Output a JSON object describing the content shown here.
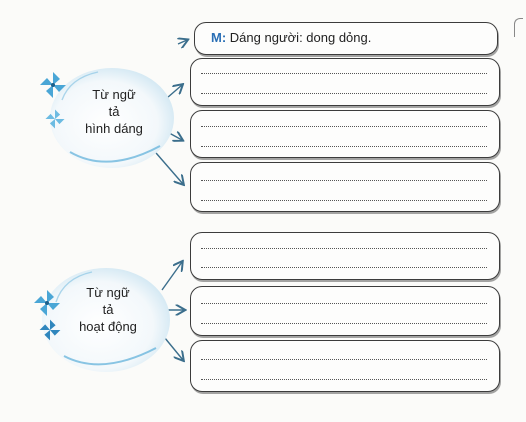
{
  "categories": [
    {
      "lines": [
        "Từ ngữ",
        "tả",
        "hình dáng"
      ],
      "icon": "pinwheel-icon"
    },
    {
      "lines": [
        "Từ ngữ",
        "tả",
        "hoạt động"
      ],
      "icon": "pinwheel-icon"
    }
  ],
  "example": {
    "prefix": "M:",
    "text": "Dáng người: dong dỏng."
  },
  "colors": {
    "accent": "#2a6fb5",
    "pinwheel": "#4aa6d6",
    "glow": "#cfe6f2"
  }
}
